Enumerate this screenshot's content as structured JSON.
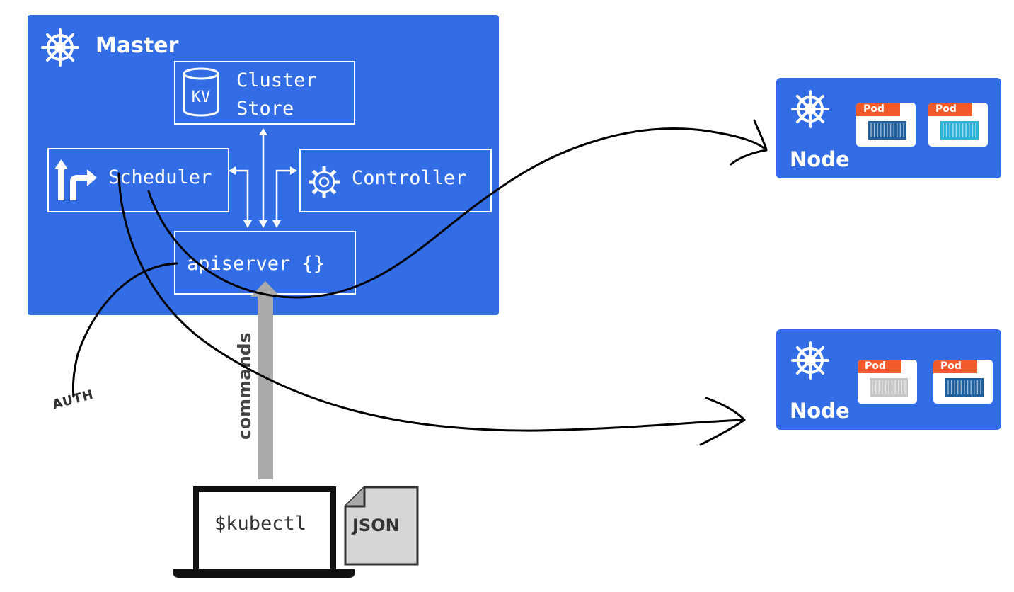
{
  "master": {
    "title": "Master"
  },
  "cluster_store": {
    "icon_label": "KV",
    "line1": "Cluster",
    "line2": "Store"
  },
  "scheduler": {
    "label": "Scheduler"
  },
  "controller": {
    "label": "Controller"
  },
  "apiserver": {
    "label": "apiserver {}"
  },
  "commands_label": "commands",
  "auth_label": "AUTH",
  "laptop": {
    "command": "$kubectl"
  },
  "json_doc": {
    "label": "JSON"
  },
  "nodes": [
    {
      "title": "Node",
      "pods": [
        {
          "tag": "Pod",
          "container_color": "#1f5f9e"
        },
        {
          "tag": "Pod",
          "container_color": "#31b0d9"
        }
      ]
    },
    {
      "title": "Node",
      "pods": [
        {
          "tag": "Pod",
          "container_color": "#c6c6c6"
        },
        {
          "tag": "Pod",
          "container_color": "#1f5f9e"
        }
      ]
    }
  ],
  "colors": {
    "kubernetes_blue": "#326de6",
    "pod_tag": "#f15a2b",
    "arrow_grey": "#aaaaaa",
    "doc_grey": "#d6d6d6"
  }
}
